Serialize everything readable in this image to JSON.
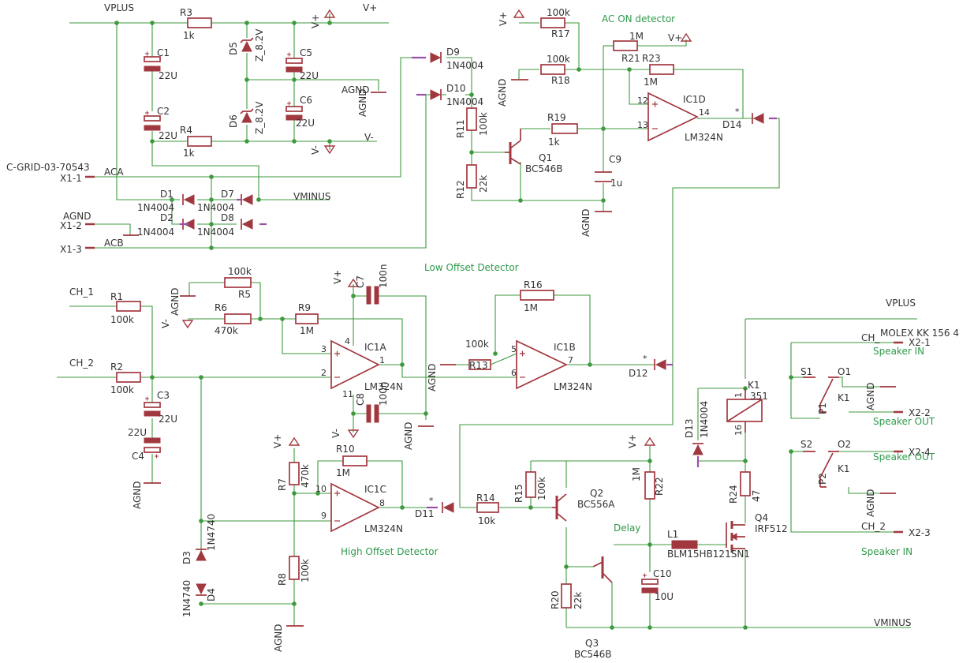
{
  "nets": {
    "vplus_top": "VPLUS",
    "vplus_right": "VPLUS",
    "vplus_rail": "V+",
    "vminus_rail": "V-",
    "vminus_net": "VMINUS",
    "vminus_bottom": "VMINUS",
    "aca": "ACA",
    "acb": "ACB",
    "ch1": "CH_1",
    "ch2": "CH_2",
    "ch_k": "CH_",
    "ch2_k": "CH_2",
    "s1": "S1",
    "s2": "S2",
    "o1": "O1",
    "o2": "O2",
    "p1": "P1",
    "p2": "P2",
    "k1a": "K1",
    "k1b": "K1",
    "agnd": "AGND",
    "vp": "V+",
    "vm": "V-"
  },
  "connector": {
    "grid_label": "C-GRID-03-70543",
    "x11": "X1-1",
    "x12": "X1-2",
    "x13": "X1-3",
    "molex_label": "MOLEX KK 156 4",
    "x21": "X2-1",
    "x22": "X2-2",
    "x23": "X2-3",
    "x24": "X2-4"
  },
  "notes": {
    "ac_on": "AC ON detector",
    "low_offset": "Low Offset Detector",
    "high_offset": "High Offset Detector",
    "delay": "Delay",
    "speaker_in_1": "Speaker IN",
    "speaker_out_1": "Speaker OUT",
    "speaker_out_2": "Speaker OUT",
    "speaker_in_2": "Speaker IN"
  },
  "parts": {
    "r3": {
      "name": "R3",
      "value": "1k"
    },
    "r4": {
      "name": "R4",
      "value": "1k"
    },
    "c1": {
      "name": "C1",
      "value": "22U"
    },
    "c2": {
      "name": "C2",
      "value": "22U"
    },
    "d5": {
      "name": "D5",
      "value": "Z_8.2V"
    },
    "d6": {
      "name": "D6",
      "value": "Z_8.2V"
    },
    "c5": {
      "name": "C5",
      "value": "22U"
    },
    "c6": {
      "name": "C6",
      "value": "22U"
    },
    "d9": {
      "name": "D9",
      "value": "1N4004"
    },
    "d10": {
      "name": "D10",
      "value": "1N4004"
    },
    "d1": {
      "name": "D1",
      "value": "1N4004"
    },
    "d2": {
      "name": "D2",
      "value": "1N4004"
    },
    "d7": {
      "name": "D7",
      "value": "1N4004"
    },
    "d8": {
      "name": "D8",
      "value": "1N4004"
    },
    "r17": {
      "name": "R17",
      "value": "100k"
    },
    "r18": {
      "name": "R18",
      "value": "100k"
    },
    "r21": {
      "name": "R21",
      "value": "1M"
    },
    "r23": {
      "name": "R23",
      "value": "1M"
    },
    "r11": {
      "name": "R11",
      "value": "100k"
    },
    "r12": {
      "name": "R12",
      "value": "22k"
    },
    "r19": {
      "name": "R19",
      "value": "1k"
    },
    "q1": {
      "name": "Q1",
      "value": "BC546B"
    },
    "c9": {
      "name": "C9",
      "value": "1u"
    },
    "ic1d": {
      "name": "IC1D",
      "value": "LM324N"
    },
    "d14": {
      "name": "D14"
    },
    "r1": {
      "name": "R1",
      "value": "100k"
    },
    "r2": {
      "name": "R2",
      "value": "100k"
    },
    "c3": {
      "name": "C3",
      "value": "22U"
    },
    "c4": {
      "name": "C4",
      "value": "22U"
    },
    "r5": {
      "name": "R5",
      "value": "100k"
    },
    "r6": {
      "name": "R6",
      "value": "470k"
    },
    "r9": {
      "name": "R9",
      "value": "1M"
    },
    "c7": {
      "name": "C7",
      "value": "100n"
    },
    "c8": {
      "name": "C8",
      "value": "100n"
    },
    "ic1a": {
      "name": "IC1A",
      "value": "LM324N"
    },
    "r16": {
      "name": "R16",
      "value": "1M"
    },
    "r13": {
      "name": "R13",
      "value": "100k"
    },
    "ic1b": {
      "name": "IC1B",
      "value": "LM324N"
    },
    "d12": {
      "name": "D12"
    },
    "r7": {
      "name": "R7",
      "value": "470k"
    },
    "r8": {
      "name": "R8",
      "value": "100k"
    },
    "r10": {
      "name": "R10",
      "value": "1M"
    },
    "ic1c": {
      "name": "IC1C",
      "value": "LM324N"
    },
    "d11": {
      "name": "D11"
    },
    "d3": {
      "name": "D3",
      "value": "1N4740"
    },
    "d4": {
      "name": "D4",
      "value": "1N4740"
    },
    "r14": {
      "name": "R14",
      "value": "10k"
    },
    "r15": {
      "name": "R15",
      "value": "100k"
    },
    "q2": {
      "name": "Q2",
      "value": "BC556A"
    },
    "r22": {
      "name": "R22",
      "value": "1M"
    },
    "r20": {
      "name": "R20",
      "value": "22k"
    },
    "q3": {
      "name": "Q3",
      "value": "BC546B"
    },
    "c10": {
      "name": "C10",
      "value": "10U"
    },
    "l1": {
      "name": "L1",
      "value": "BLM15HB121SN1"
    },
    "d13": {
      "name": "D13",
      "value": "1N4004"
    },
    "k1": {
      "name": "K1",
      "value": "351"
    },
    "r24": {
      "name": "R24",
      "value": "47"
    },
    "q4": {
      "name": "Q4",
      "value": "IRF512"
    }
  },
  "pins": {
    "star": "*",
    "n1": "1",
    "n2": "2",
    "n3": "3",
    "n4": "4",
    "n5": "5",
    "n6": "6",
    "n7": "7",
    "n8": "8",
    "n9": "9",
    "n10": "10",
    "n11": "11",
    "n12": "12",
    "n13": "13",
    "n14": "14",
    "n16": "16"
  },
  "colors": {
    "wire": "#3d9a3d",
    "part": "#a2383f",
    "net_label": "#2e9a4a"
  }
}
